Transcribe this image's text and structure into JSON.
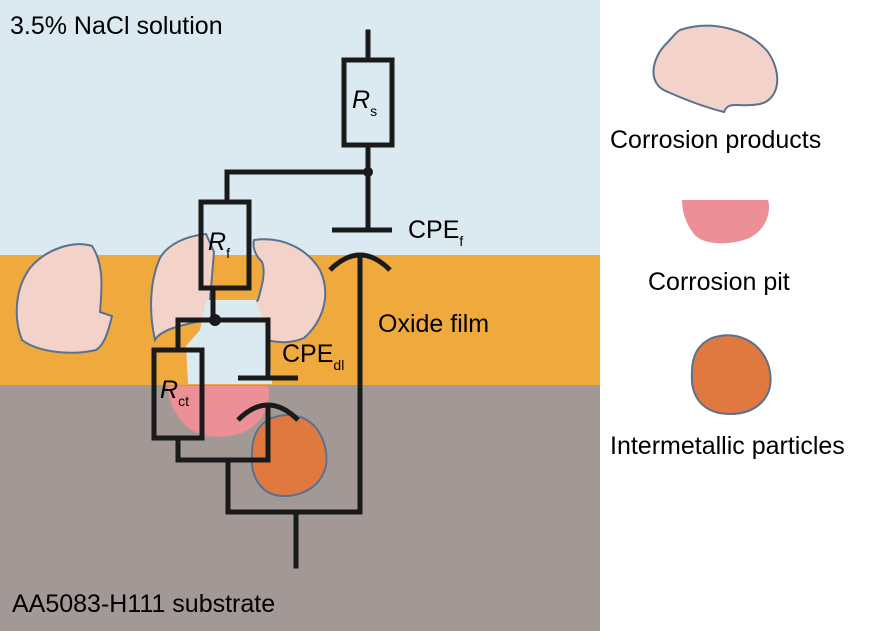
{
  "layers": {
    "solution": {
      "label": "3.5% NaCl solution",
      "color": "#dbe9f1"
    },
    "oxide": {
      "label": "Oxide film",
      "color": "#f0a93c"
    },
    "substrate": {
      "label": "AA5083-H111 substrate",
      "color": "#a29896"
    }
  },
  "circuit": {
    "rs": {
      "symbol": "R",
      "subscript": "s"
    },
    "rf": {
      "symbol": "R",
      "subscript": "f"
    },
    "rct": {
      "symbol": "R",
      "subscript": "ct"
    },
    "cpe_f": {
      "symbol": "CPE",
      "subscript": "f"
    },
    "cpe_dl": {
      "symbol": "CPE",
      "subscript": "dl"
    }
  },
  "legend": {
    "items": [
      {
        "key": "corrosion-products",
        "label": "Corrosion products",
        "color": "#f3d3c9"
      },
      {
        "key": "corrosion-pit",
        "label": "Corrosion pit",
        "color": "#ec8f97"
      },
      {
        "key": "intermetallic-particles",
        "label": "Intermetallic particles",
        "color": "#e07940"
      }
    ]
  },
  "colors": {
    "outline": "#59708f",
    "wire": "#1a1a1a"
  }
}
